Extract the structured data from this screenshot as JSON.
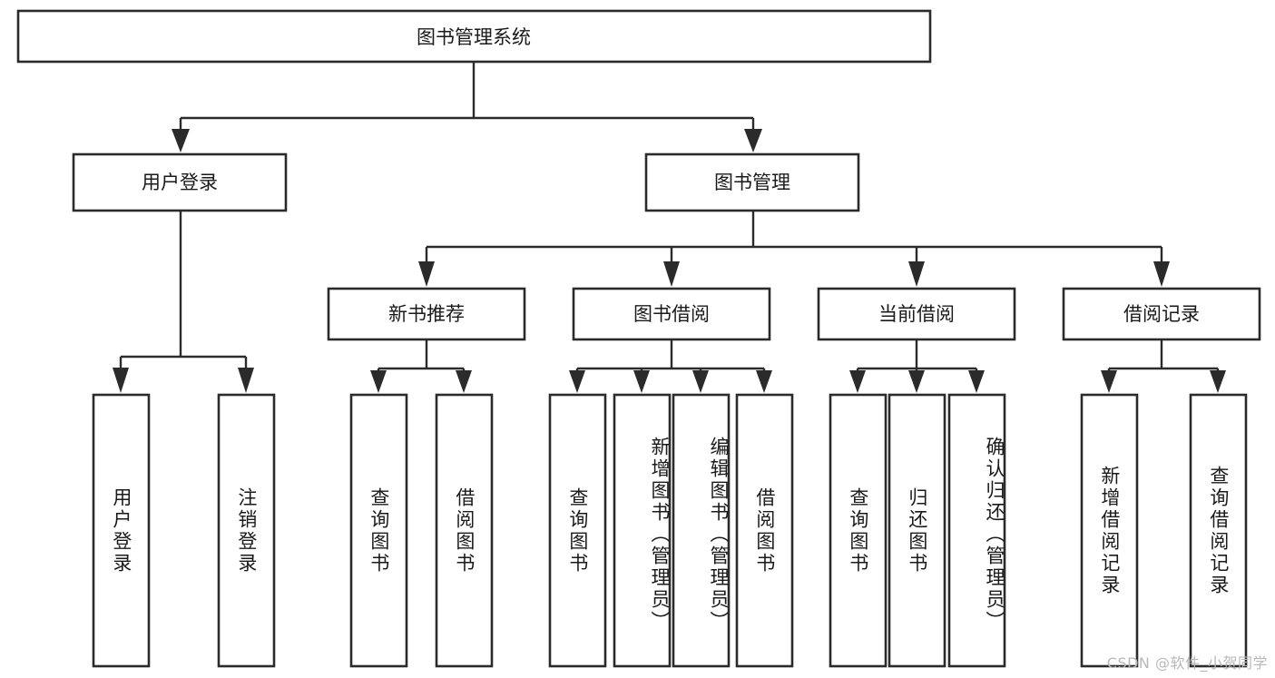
{
  "diagram": {
    "type": "tree-hierarchy",
    "title": "图书管理系统",
    "orientation": "top-down",
    "colors": {
      "box_stroke": "#2b2b2b",
      "box_fill": "#ffffff",
      "connector": "#2b2b2b",
      "text": "#1a1a1a",
      "background": "#ffffff",
      "watermark": "#b8b8b8"
    },
    "root": {
      "label": "图书管理系统"
    },
    "level2": [
      {
        "label": "用户登录"
      },
      {
        "label": "图书管理"
      }
    ],
    "level3": [
      {
        "label": "新书推荐"
      },
      {
        "label": "图书借阅"
      },
      {
        "label": "当前借阅"
      },
      {
        "label": "借阅记录"
      }
    ],
    "leaves_user_login": [
      {
        "label": "用户登录"
      },
      {
        "label": "注销登录"
      }
    ],
    "leaves_new_book": [
      {
        "label": "查询图书"
      },
      {
        "label": "借阅图书"
      }
    ],
    "leaves_borrow": [
      {
        "label": "查询图书"
      },
      {
        "label": "新增图书（管理员）"
      },
      {
        "label": "编辑图书（管理员）"
      },
      {
        "label": "借阅图书"
      }
    ],
    "leaves_current": [
      {
        "label": "查询图书"
      },
      {
        "label": "归还图书"
      },
      {
        "label": "确认归还（管理员）"
      }
    ],
    "leaves_records": [
      {
        "label": "新增借阅记录"
      },
      {
        "label": "查询借阅记录"
      }
    ]
  },
  "watermark": {
    "text": "CSDN @软件_小贺同学"
  }
}
